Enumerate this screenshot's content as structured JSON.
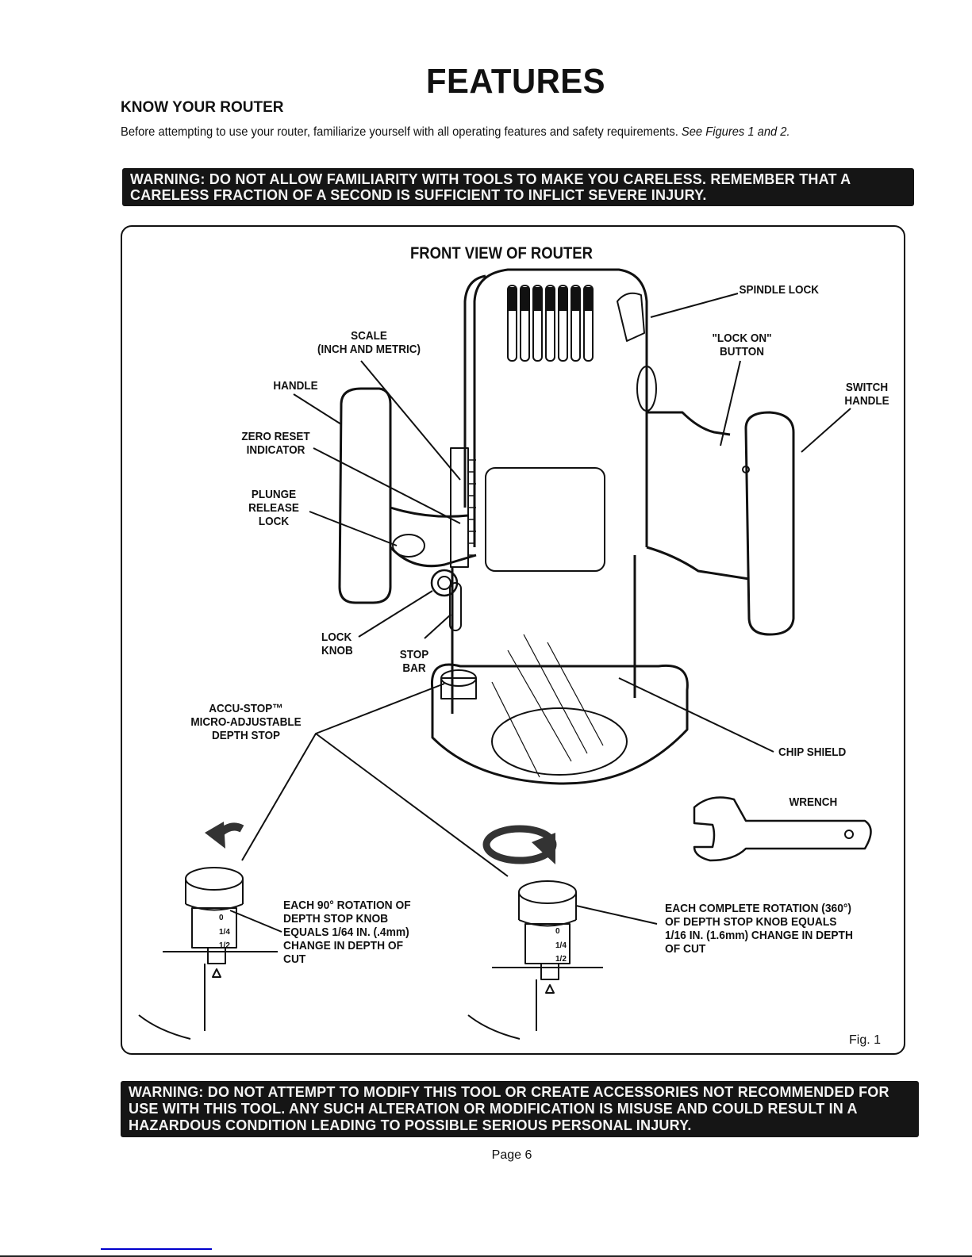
{
  "page": {
    "title": "FEATURES",
    "section_heading": "KNOW YOUR ROUTER",
    "intro_text": "Before attempting to use your router, familiarize yourself with all operating features and safety requirements. ",
    "intro_ref": "See Figures 1 and 2.",
    "warning_top": "WARNING: DO NOT ALLOW FAMILIARITY WITH TOOLS TO MAKE YOU CARELESS. REMEMBER THAT A CARELESS FRACTION OF A SECOND IS SUFFICIENT TO INFLICT SEVERE INJURY.",
    "warning_bottom": "WARNING: DO NOT ATTEMPT TO MODIFY THIS TOOL OR CREATE ACCESSORIES NOT RECOMMENDED FOR USE WITH THIS TOOL. ANY SUCH ALTERATION OR MODIFICATION IS MISUSE AND COULD RESULT IN A HAZARDOUS CONDITION LEADING TO POSSIBLE SERIOUS PERSONAL INJURY.",
    "page_number": "Page 6"
  },
  "figure": {
    "title": "FRONT VIEW OF ROUTER",
    "label": "Fig. 1",
    "callouts": {
      "scale": "SCALE",
      "scale_sub": "(INCH AND METRIC)",
      "handle": "HANDLE",
      "zero_reset_1": "ZERO RESET",
      "zero_reset_2": "INDICATOR",
      "plunge_1": "PLUNGE",
      "plunge_2": "RELEASE",
      "plunge_3": "LOCK",
      "lock_knob_1": "LOCK",
      "lock_knob_2": "KNOB",
      "stop_bar_1": "STOP",
      "stop_bar_2": "BAR",
      "accu_1": "ACCU-STOP™",
      "accu_2": "MICRO-ADJUSTABLE",
      "accu_3": "DEPTH STOP",
      "spindle_lock": "SPINDLE LOCK",
      "lock_on_1": "\"LOCK ON\"",
      "lock_on_2": "BUTTON",
      "switch_1": "SWITCH",
      "switch_2": "HANDLE",
      "chip_shield": "CHIP SHIELD",
      "wrench": "WRENCH"
    },
    "notes": {
      "quarter_turn": [
        "EACH 90° ROTATION OF",
        "DEPTH STOP KNOB",
        "EQUALS 1/64 IN. (.4mm)",
        "CHANGE IN DEPTH OF",
        "CUT"
      ],
      "full_turn": [
        "EACH COMPLETE ROTATION (360°)",
        "OF DEPTH STOP KNOB EQUALS",
        "1/16 IN. (1.6mm) CHANGE IN DEPTH",
        "OF CUT"
      ]
    },
    "scale_marks": {
      "zero": "0",
      "quarter": "1/4",
      "half": "1/2"
    }
  }
}
